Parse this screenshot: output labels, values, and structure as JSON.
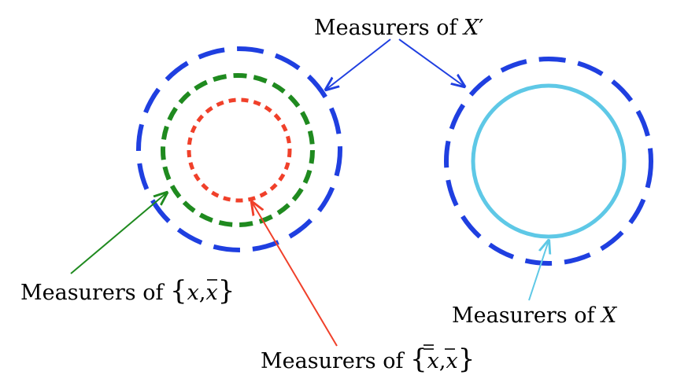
{
  "labels": {
    "xprime_prefix": "Measurers of ",
    "xprime_var": "X",
    "xprime_prime": "′",
    "set1_prefix": "Measurers of ",
    "set1_open": "{",
    "set1_x": "x",
    "set1_comma": ",",
    "set1_xbar": "x",
    "set1_close": "}",
    "set2_prefix": "Measurers of ",
    "set2_open": "{",
    "set2_xdbar": "x",
    "set2_comma": ",",
    "set2_xbar": "x",
    "set2_close": "}",
    "x_prefix": "Measurers of ",
    "x_var": "X"
  },
  "colors": {
    "blue": "#1f3fe0",
    "green": "#1f8a1f",
    "red": "#f0402a",
    "cyan": "#5ec8e6",
    "text": "#000000"
  }
}
